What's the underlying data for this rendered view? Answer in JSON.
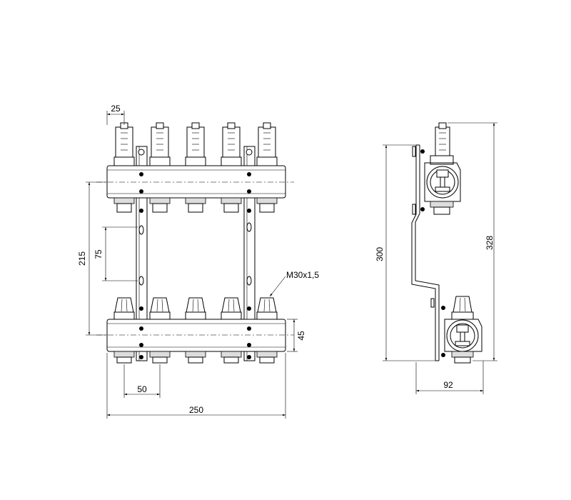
{
  "front_view": {
    "dims": {
      "flowmeter_width": "25",
      "bar_spacing": "215",
      "slot_spacing": "75",
      "thread": "M30x1,5",
      "bar_height": "45",
      "outlet_pitch": "50",
      "total_width": "250"
    },
    "outlet_count": 5
  },
  "side_view": {
    "dims": {
      "bracket_height": "300",
      "total_height": "328",
      "depth": "92"
    }
  }
}
